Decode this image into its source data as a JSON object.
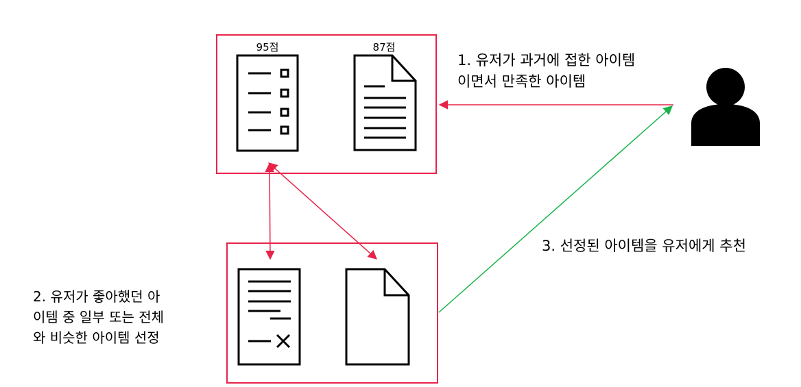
{
  "colors": {
    "box_border": "#e8234a",
    "arrow_red": "#e8234a",
    "arrow_green": "#19b34a",
    "icon_stroke": "#000000",
    "background": "#ffffff"
  },
  "top_box": {
    "doc1_score": "95점",
    "doc2_score": "87점"
  },
  "annotations": {
    "step1_line1": "1. 유저가 과거에 접한 아이템",
    "step1_line2": "이면서 만족한 아이템",
    "step2_line1": "2. 유저가 좋아했던 아",
    "step2_line2": "이템 중 일부 또는 전체",
    "step2_line3": "와 비슷한 아이템 선정",
    "step3": "3. 선정된 아이템을 유저에게 추천"
  },
  "icons": {
    "checklist": "checklist-document-icon",
    "text_doc_top": "text-document-icon",
    "list_doc_bottom": "list-document-with-x-icon",
    "blank_doc_bottom": "blank-document-icon",
    "user": "user-icon"
  }
}
